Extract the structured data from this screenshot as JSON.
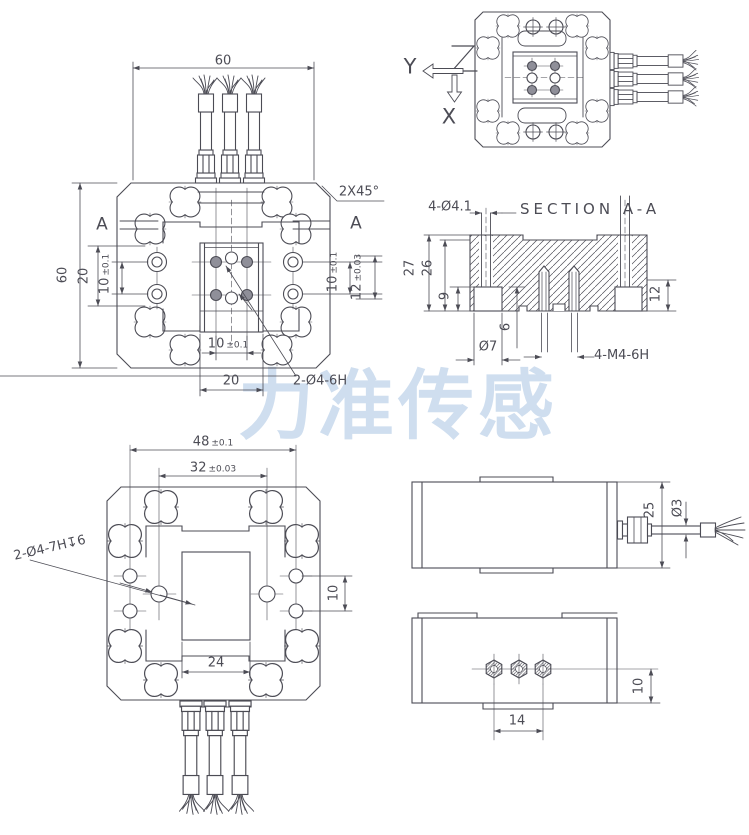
{
  "meta": {
    "line_color": "#4c4c55",
    "background": "#ffffff"
  },
  "watermark": {
    "text": "力准传感",
    "color": "#cfdeef"
  },
  "top_view": {
    "dim_width_top": "60",
    "dim_height_left": "60",
    "dim_left_outer": "20",
    "dim_left_inner": {
      "v": "10",
      "t": "±0.1"
    },
    "dim_right_inner": {
      "v": "10",
      "t": "±0.1"
    },
    "dim_right_outer": {
      "v": "12",
      "t": "±0.03"
    },
    "dim_bottom_inner": {
      "v": "10",
      "t": "±0.1"
    },
    "dim_bottom_outer": "20",
    "chamfer_note": "2X45°",
    "hole_note": "2-Ø4-6H",
    "section_marker_left": "A",
    "section_marker_right": "A"
  },
  "axes_view": {
    "axis_y": "Y",
    "axis_x": "X"
  },
  "section_view": {
    "title": "SECTION A-A",
    "hole_note": "4-Ø4.1",
    "dim_27": "27",
    "dim_26": "26",
    "dim_9": "9",
    "dim_12": "12",
    "dim_6": "6",
    "dim_d7": "Ø7",
    "thread_note": "4-M4-6H"
  },
  "bottom_view": {
    "dim_48": {
      "v": "48",
      "t": "±0.1"
    },
    "dim_32": {
      "v": "32",
      "t": "±0.03"
    },
    "hole_note": "2-Ø4-7H↧6",
    "dim_10": "10",
    "dim_24": "24"
  },
  "side_view_cable": {
    "dim_25": "25",
    "dim_d3": "Ø3"
  },
  "side_view_front": {
    "dim_14": "14",
    "dim_10": "10"
  }
}
